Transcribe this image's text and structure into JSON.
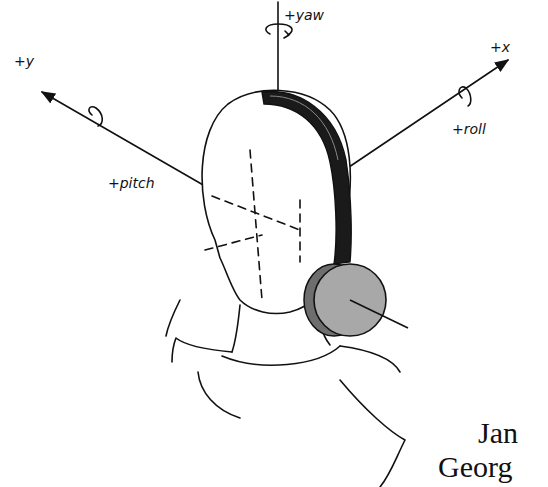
{
  "diagram": {
    "labels": [
      "+y",
      "+yaw",
      "+x",
      "+roll",
      "+pitch",
      "Jan",
      "Georg"
    ]
  }
}
